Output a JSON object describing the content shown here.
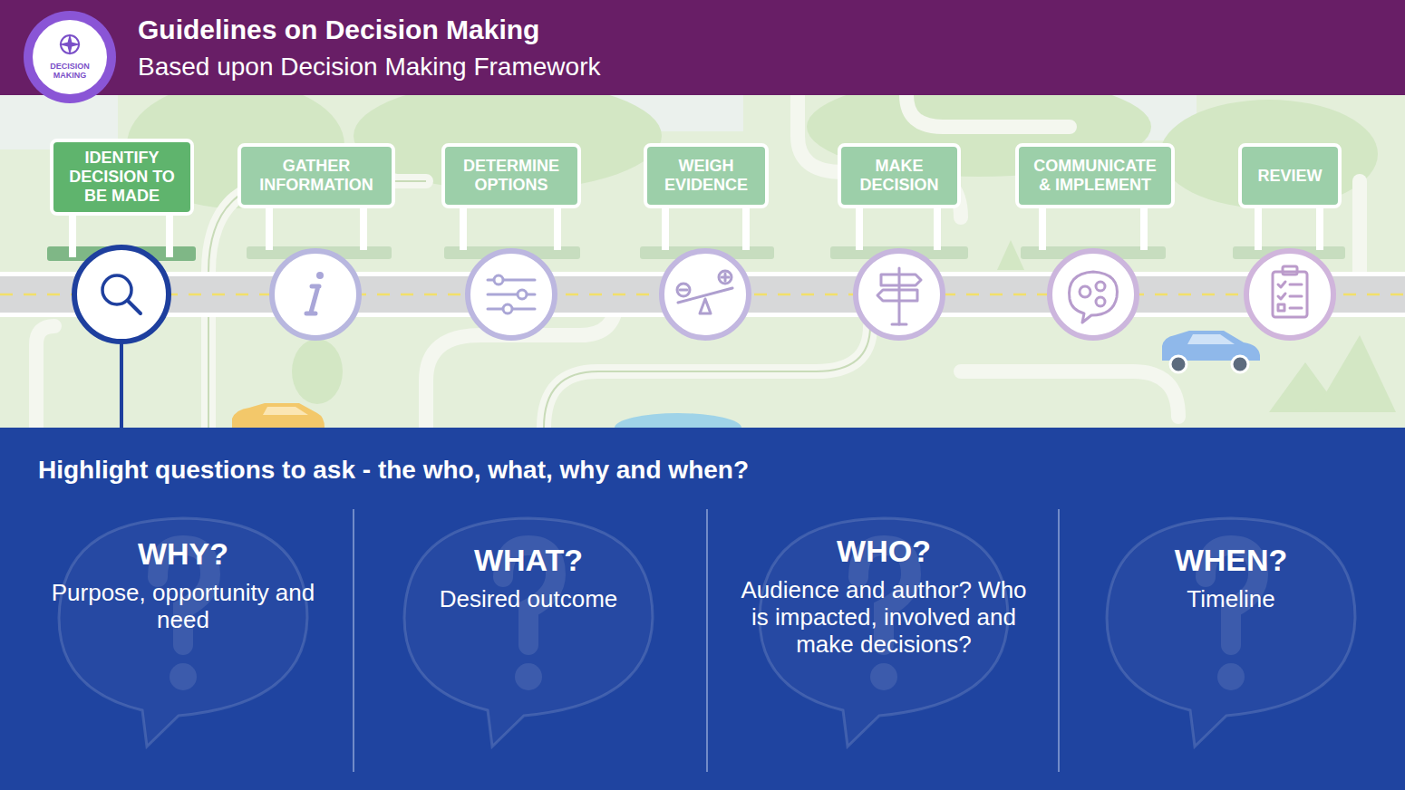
{
  "diagram": {
    "title": "Guidelines on Decision Making",
    "nodes": [
      {
        "text": [
          "DECISION MAKING"
        ]
      },
      {
        "text": [
          "IDENTIFY DECISION TO BE MADE"
        ]
      },
      {
        "text": [
          "GATHER INFORMATION"
        ]
      },
      {
        "text": [
          "DETERMINE OPTIONS"
        ]
      },
      {
        "text": [
          "WEIGH EVIDENCE"
        ]
      },
      {
        "text": [
          "MAKE DECISION"
        ]
      },
      {
        "text": [
          "COMMUNICATE & IMPLEMENT"
        ]
      },
      {
        "text": [
          "REVIEW"
        ]
      },
      {
        "text": [
          "Highlight questions to ask - the who, what, why and when?"
        ]
      },
      {
        "text": [
          "WHY?",
          "Purpose, opportunity and need"
        ],
        "in": 8
      },
      {
        "text": [
          "WHAT?",
          "Desired outcome"
        ],
        "in": 8
      },
      {
        "text": [
          "WHO?",
          "Audience and author? Who is impacted, involved and make decisions?"
        ],
        "in": 8
      },
      {
        "text": [
          "WHEN?",
          "Timeline"
        ],
        "in": 8
      }
    ],
    "labels": [
      "Based upon Decision Making Framework"
    ]
  }
}
